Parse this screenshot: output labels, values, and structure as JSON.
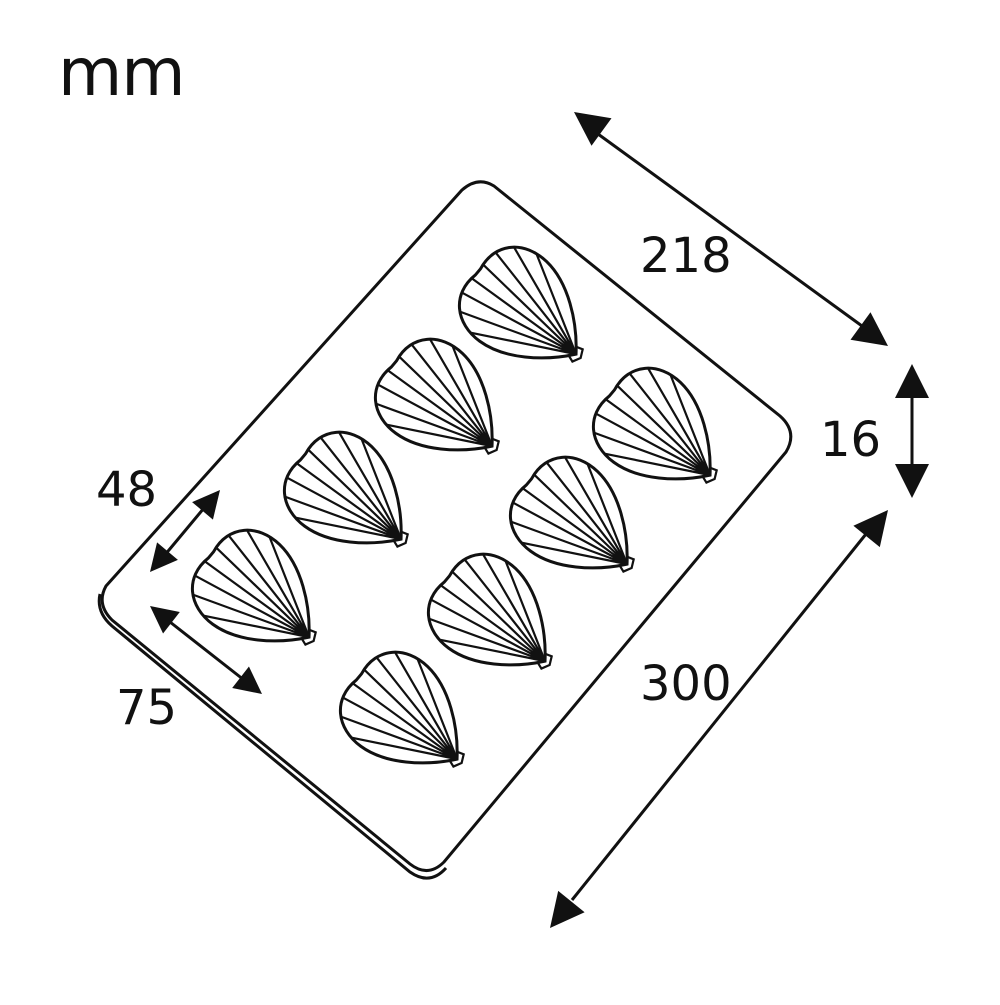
{
  "diagram": {
    "unit": "mm",
    "dimensions": {
      "width": "218",
      "height": "16",
      "length": "300",
      "cavity_width": "48",
      "cavity_length": "75"
    },
    "cavity_count": 8,
    "colors": {
      "line": "#111111",
      "background": "#ffffff"
    }
  }
}
